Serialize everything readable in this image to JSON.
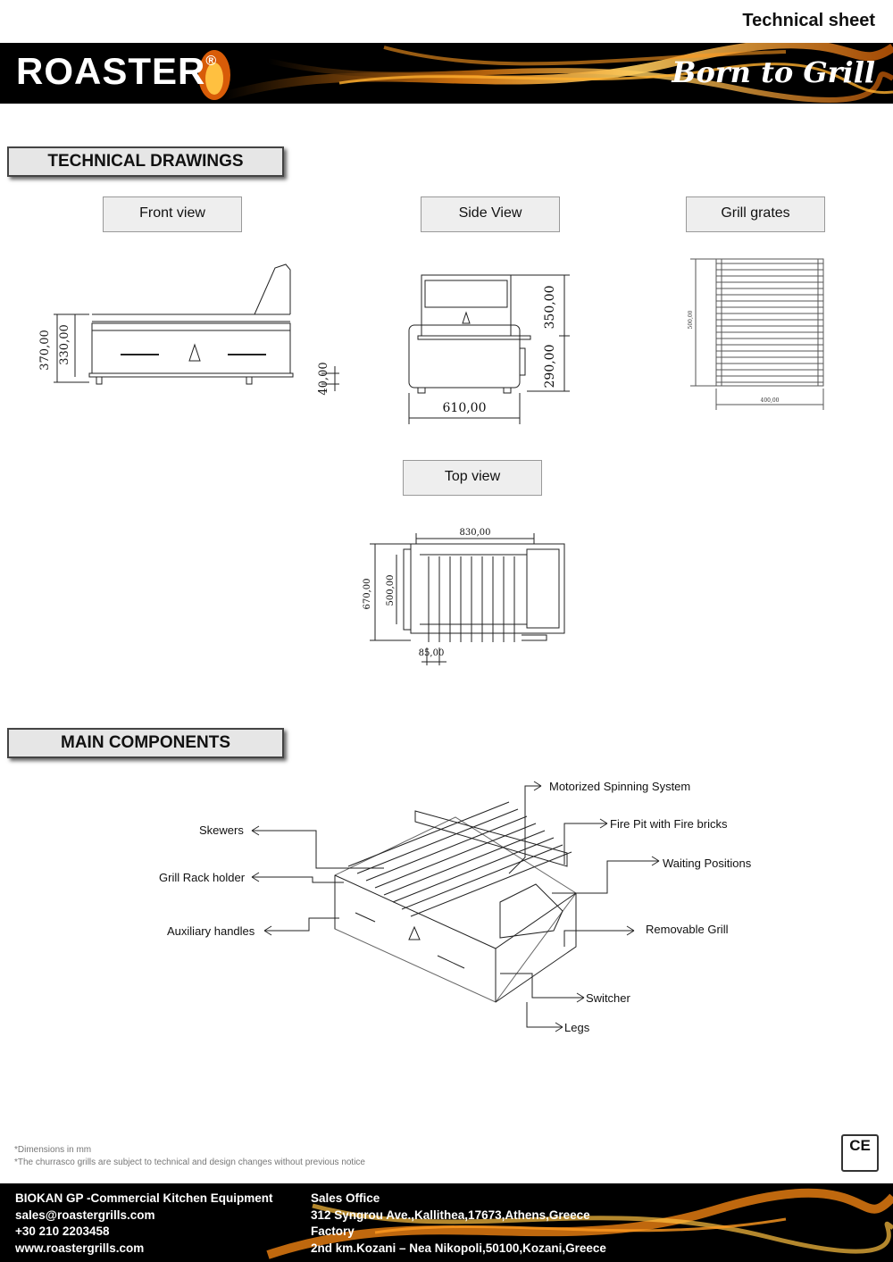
{
  "header": {
    "doc_title": "Technical sheet",
    "brand": "ROASTER",
    "brand_mark": "®",
    "tagline": "Born to Grill"
  },
  "sections": {
    "drawings": "TECHNICAL DRAWINGS",
    "components": "MAIN COMPONENTS"
  },
  "views": {
    "front": {
      "label": "Front view",
      "dimensions": [
        "370,00",
        "330,00",
        "40,00"
      ]
    },
    "side": {
      "label": "Side View",
      "dimensions": [
        "350,00",
        "290,00",
        "610,00"
      ]
    },
    "grates": {
      "label": "Grill grates",
      "dimensions": [
        "500,00",
        "400,00"
      ]
    },
    "top": {
      "label": "Top view",
      "dimensions": [
        "830,00",
        "670,00",
        "500,00",
        "85,00"
      ]
    }
  },
  "components": {
    "skewers": "Skewers",
    "grill_rack_holder": "Grill Rack holder",
    "auxiliary_handles": "Auxiliary handles",
    "motorized_spinning": "Motorized Spinning System",
    "fire_pit": "Fire Pit with Fire bricks",
    "waiting_positions": "Waiting Positions",
    "removable_grill": "Removable Grill",
    "switcher": "Switcher",
    "legs": "Legs"
  },
  "notes": {
    "dimensions": "*Dimensions in mm",
    "disclaimer": "*The churrasco grills are subject to technical and design changes without previous notice"
  },
  "certification": "CE",
  "footer": {
    "company": "BIOKAN GP -Commercial Kitchen Equipment",
    "email": "sales@roastergrills.com",
    "phone": "+30 210 2203458",
    "website": "www.roastergrills.com",
    "sales_title": "Sales Office",
    "sales_address": "312 Syngrou Ave.,Kallithea,17673,Athens,Greece",
    "factory_title": "Factory",
    "factory_address": "2nd km.Kozani – Nea Nikopoli,50100,Kozani,Greece"
  },
  "colors": {
    "banner_bg": "#000000",
    "flame": "#f39a1b",
    "flame_light": "#ffd36b"
  }
}
